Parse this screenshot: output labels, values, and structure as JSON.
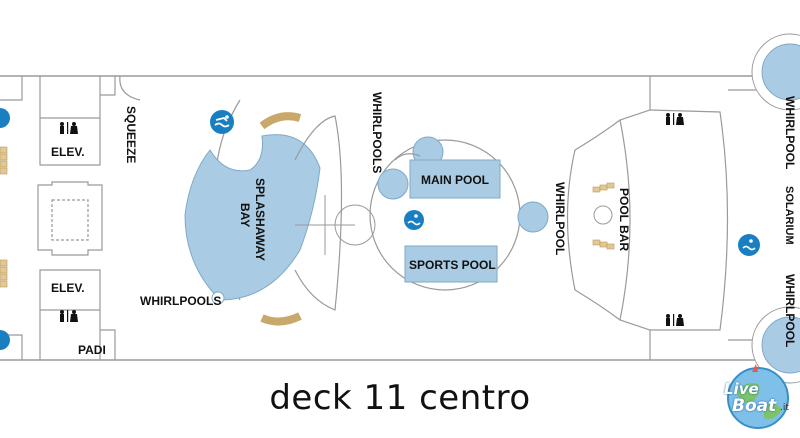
{
  "deck_title": "deck 11 centro",
  "labels": {
    "elev_top": "ELEV.",
    "elev_bottom": "ELEV.",
    "squeeze": "SQUEEZE",
    "splashaway_line1": "SPLASHAWAY",
    "splashaway_line2": "BAY",
    "whirlpools_left": "WHIRLPOOLS",
    "padi": "PADI",
    "whirlpools_center": "WHIRLPOOLS",
    "main_pool": "MAIN POOL",
    "sports_pool": "SPORTS POOL",
    "whirlpool_center": "WHIRLPOOL",
    "pool_bar": "POOL BAR",
    "whirlpool_right_top": "WHIRLPOOL",
    "whirlpool_right_bottom": "WHIRLPOOL",
    "solarium_fragment": "SOLARIUM"
  },
  "logo": {
    "line1": "Live",
    "line2": "Boat",
    "suffix": ".it"
  },
  "icons": [
    "swimmer-icon",
    "restroom-icon"
  ],
  "colors": {
    "water": "#a9cbe3",
    "icon_blue": "#1a7fc1",
    "wall": "#9a9a9a",
    "deck_wood": "#e2c895"
  }
}
